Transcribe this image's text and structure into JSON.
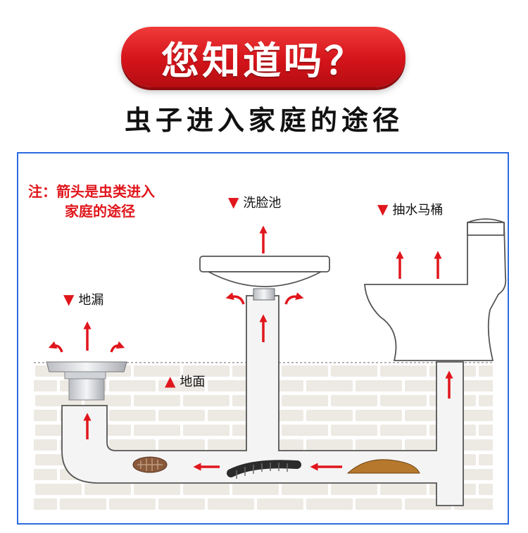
{
  "header": {
    "title": "您知道吗？",
    "subtitle": "虫子进入家庭的途径"
  },
  "note": {
    "line1": "注：箭头是虫类进入",
    "line2": "家庭的途径"
  },
  "labels": {
    "sink": "洗脸池",
    "toilet": "抽水马桶",
    "floor_drain": "地漏",
    "ground": "地面"
  },
  "colors": {
    "accent_red": "#e0161c",
    "frame_blue": "#2c6be0",
    "brick": "#ede9e3",
    "pipe": "#f2f2f2"
  },
  "icons": {
    "down_marker": "red-down-triangle",
    "up_marker": "red-up-triangle",
    "path_arrow": "red-arrow"
  }
}
